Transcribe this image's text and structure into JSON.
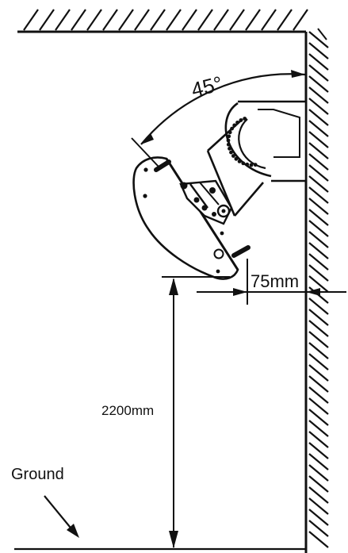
{
  "labels": {
    "angle": "45°",
    "wall_offset": "75mm",
    "mount_height": "2200mm",
    "ground": "Ground"
  },
  "colors": {
    "ink": "#111111",
    "background": "#ffffff"
  }
}
